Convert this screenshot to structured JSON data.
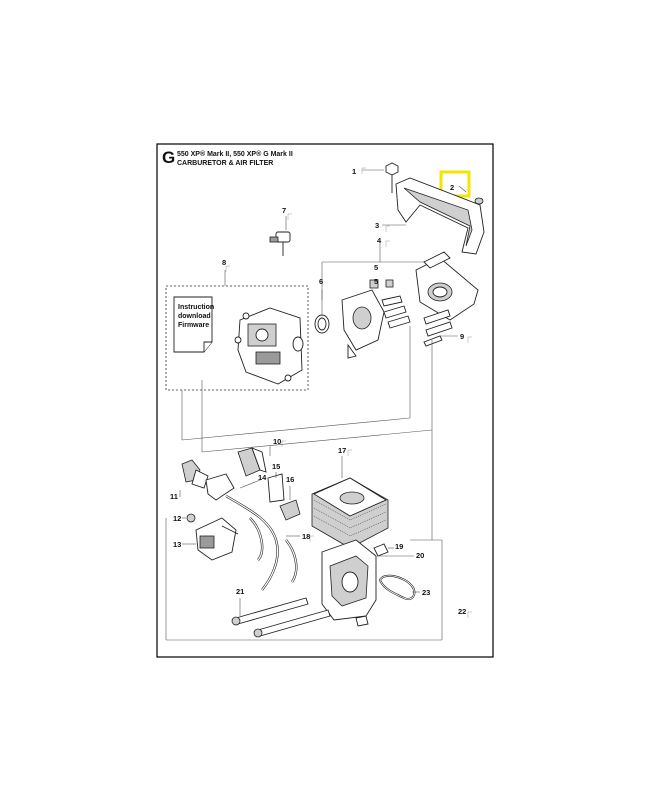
{
  "header": {
    "letter": "G",
    "model_line": "550 XP® Mark II, 550 XP® G Mark II",
    "section": "CARBURETOR & AIR FILTER"
  },
  "instruction_box": {
    "line1": "Instruction",
    "line2": "download",
    "line3": "Firmware"
  },
  "callouts": [
    "1",
    "2",
    "3",
    "4",
    "5",
    "5",
    "6",
    "7",
    "8",
    "9",
    "10",
    "11",
    "12",
    "13",
    "14",
    "15",
    "16",
    "17",
    "18",
    "19",
    "20",
    "21",
    "22",
    "23"
  ],
  "highlight": {
    "callout": "2",
    "color": "#f5e400"
  },
  "colors": {
    "frame": "#000000",
    "line": "#222222"
  }
}
